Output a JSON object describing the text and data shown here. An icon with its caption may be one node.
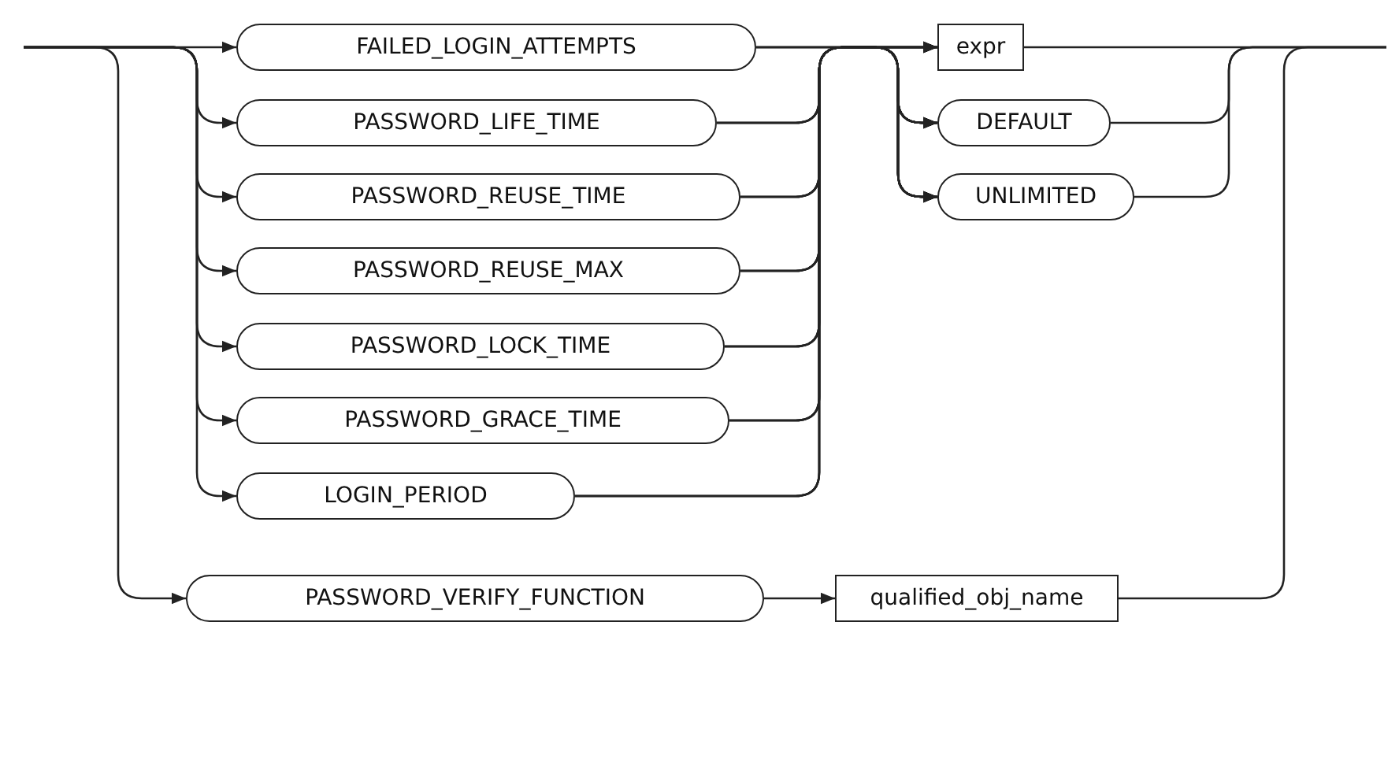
{
  "diagram": {
    "nodes": [
      {
        "text": [
          "FAILED_LOGIN_ATTEMPTS"
        ]
      },
      {
        "text": [
          "PASSWORD_LIFE_TIME"
        ]
      },
      {
        "text": [
          "PASSWORD_REUSE_TIME"
        ]
      },
      {
        "text": [
          "PASSWORD_REUSE_MAX"
        ]
      },
      {
        "text": [
          "PASSWORD_LOCK_TIME"
        ]
      },
      {
        "text": [
          "PASSWORD_GRACE_TIME"
        ]
      },
      {
        "text": [
          "LOGIN_PERIOD"
        ]
      },
      {
        "text": [
          "expr"
        ]
      },
      {
        "text": [
          "DEFAULT"
        ]
      },
      {
        "text": [
          "UNLIMITED"
        ]
      },
      {
        "text": [
          "PASSWORD_VERIFY_FUNCTION"
        ]
      },
      {
        "text": [
          "qualified_obj_name"
        ]
      }
    ],
    "edges": [
      {
        "from": null,
        "to": 0,
        "arrow": "to"
      },
      {
        "from": null,
        "to": 1,
        "arrow": "to"
      },
      {
        "from": null,
        "to": 2,
        "arrow": "to"
      },
      {
        "from": null,
        "to": 3,
        "arrow": "to"
      },
      {
        "from": null,
        "to": 4,
        "arrow": "to"
      },
      {
        "from": null,
        "to": 5,
        "arrow": "to"
      },
      {
        "from": null,
        "to": 6,
        "arrow": "to"
      },
      {
        "from": null,
        "to": 10,
        "arrow": "to"
      },
      {
        "from": 0,
        "to": 7,
        "arrow": "to"
      },
      {
        "from": 0,
        "to": 8,
        "arrow": "to"
      },
      {
        "from": 0,
        "to": 9,
        "arrow": "to"
      },
      {
        "from": 1,
        "to": 7,
        "arrow": "to"
      },
      {
        "from": 1,
        "to": 8,
        "arrow": "to"
      },
      {
        "from": 1,
        "to": 9,
        "arrow": "to"
      },
      {
        "from": 2,
        "to": 7,
        "arrow": "to"
      },
      {
        "from": 2,
        "to": 8,
        "arrow": "to"
      },
      {
        "from": 2,
        "to": 9,
        "arrow": "to"
      },
      {
        "from": 3,
        "to": 7,
        "arrow": "to"
      },
      {
        "from": 3,
        "to": 8,
        "arrow": "to"
      },
      {
        "from": 3,
        "to": 9,
        "arrow": "to"
      },
      {
        "from": 4,
        "to": 7,
        "arrow": "to"
      },
      {
        "from": 4,
        "to": 8,
        "arrow": "to"
      },
      {
        "from": 4,
        "to": 9,
        "arrow": "to"
      },
      {
        "from": 5,
        "to": 7,
        "arrow": "to"
      },
      {
        "from": 5,
        "to": 8,
        "arrow": "to"
      },
      {
        "from": 5,
        "to": 9,
        "arrow": "to"
      },
      {
        "from": 6,
        "to": 7,
        "arrow": "to"
      },
      {
        "from": 6,
        "to": 8,
        "arrow": "to"
      },
      {
        "from": 6,
        "to": 9,
        "arrow": "to"
      },
      {
        "from": 10,
        "to": 11,
        "arrow": "to"
      },
      {
        "from": 7,
        "to": null,
        "arrow": "none"
      },
      {
        "from": 8,
        "to": null,
        "arrow": "none"
      },
      {
        "from": 9,
        "to": null,
        "arrow": "none"
      },
      {
        "from": 11,
        "to": null,
        "arrow": "none"
      }
    ]
  }
}
